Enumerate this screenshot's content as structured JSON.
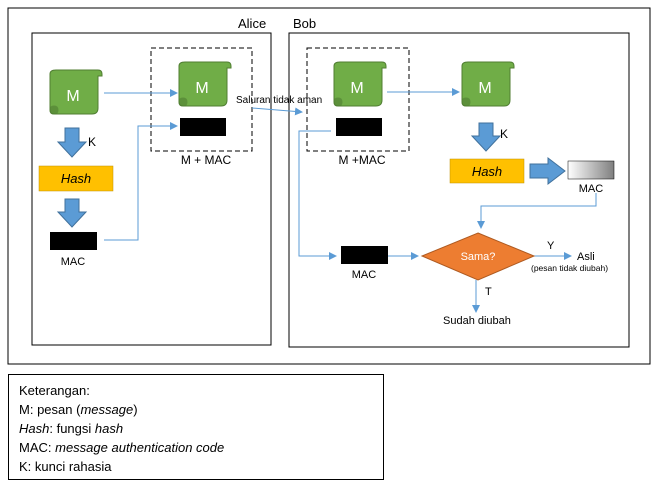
{
  "labels": {
    "alice": "Alice",
    "bob": "Bob",
    "channel": "Saluran tidak aman",
    "m": "M",
    "k": "K",
    "hash": "Hash",
    "mac": "MAC",
    "m_plus_mac_alice": "M + MAC",
    "m_plus_mac_bob": "M +MAC",
    "compare": "Sama?",
    "yes": "Y",
    "no": "T",
    "authentic": "Asli",
    "authentic_note": "(pesan tidak diubah)",
    "modified": "Sudah diubah"
  },
  "legend": {
    "title": "Keterangan:",
    "m_key": "M: ",
    "m_text": "pesan (",
    "m_italic": "message",
    "m_close": ")",
    "hash_key": "Hash",
    "hash_text": ": fungsi ",
    "hash_italic": "hash",
    "mac_key": "MAC: ",
    "mac_italic": "message authentication code",
    "k_text": "K: kunci rahasia"
  },
  "colors": {
    "scroll_fill": "#70ad47",
    "scroll_stroke": "#507e32",
    "arrow_fill": "#5b9bd5",
    "arrow_stroke": "#41719c",
    "hash_fill": "#ffc000",
    "diamond_fill": "#ed7d31",
    "line": "#5b9bd5",
    "mac_block": "#000000"
  }
}
